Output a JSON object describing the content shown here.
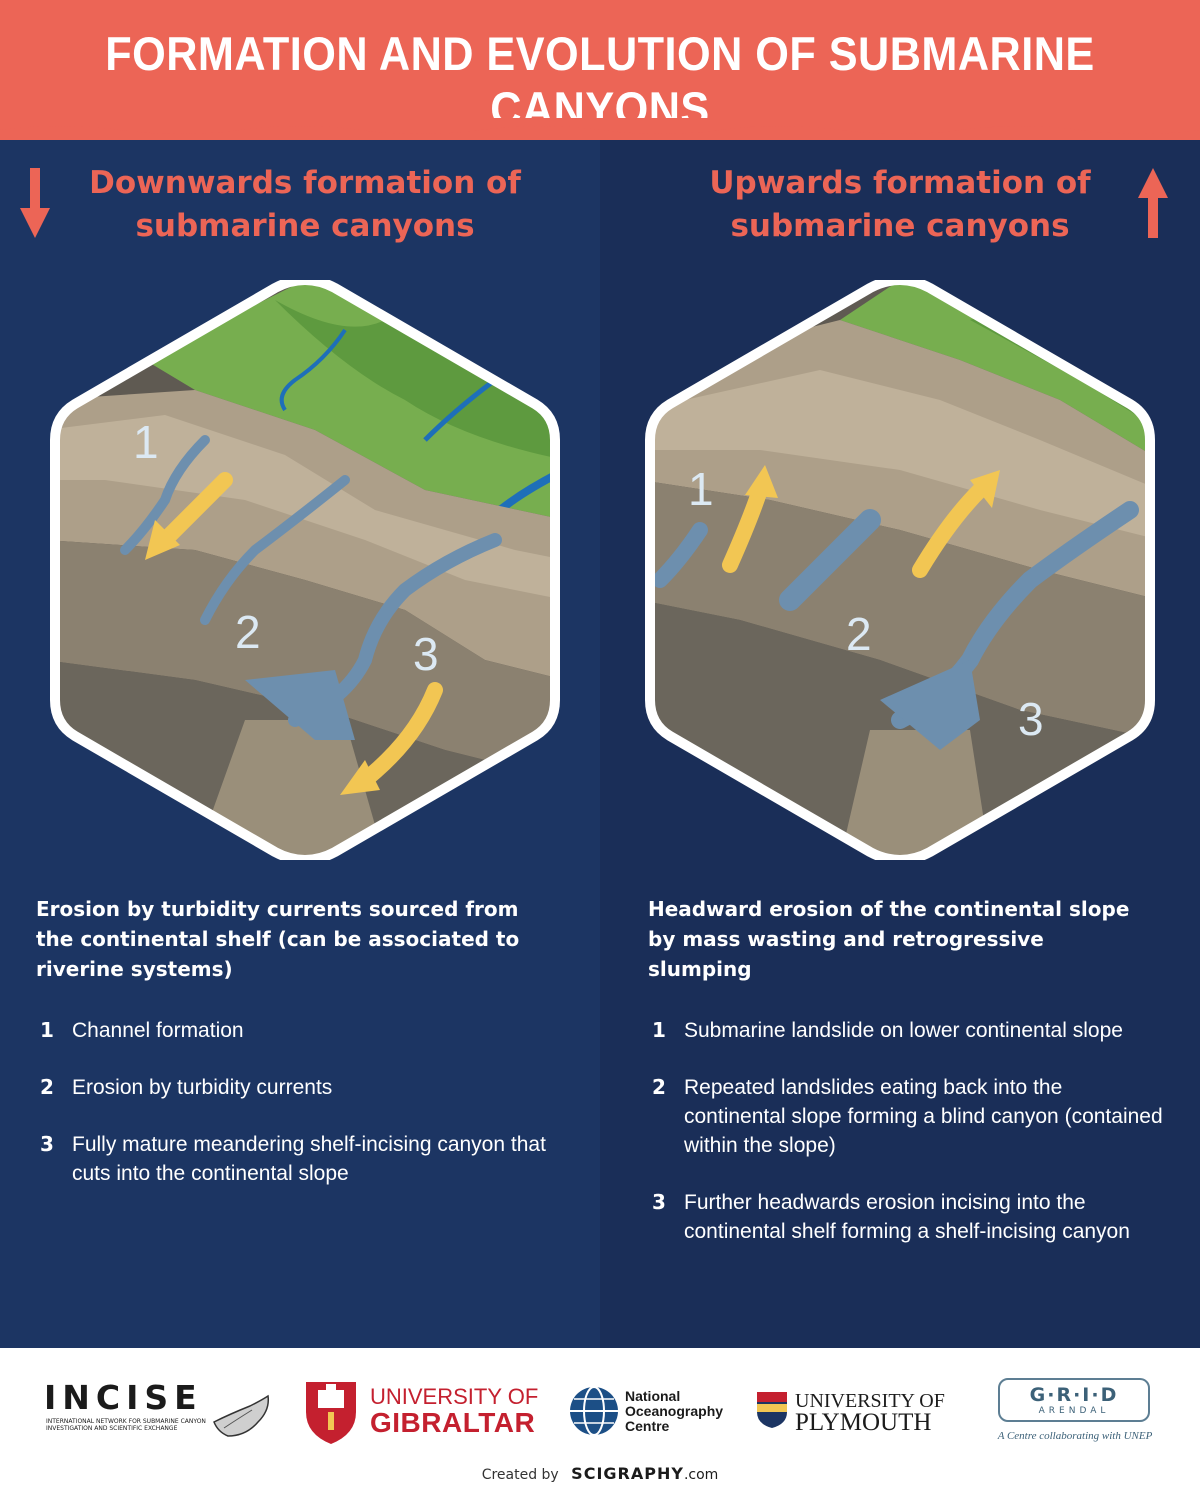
{
  "title": "FORMATION AND EVOLUTION OF SUBMARINE CANYONS",
  "colors": {
    "accent": "#ec6556",
    "panel_left": "#1c3563",
    "panel_right": "#1a2e58",
    "arrow_yellow": "#f2c653",
    "canyon_blue": "#6d8fae"
  },
  "left": {
    "heading": "Downwards formation of submarine canyons",
    "direction_icon": "arrow-down-icon",
    "diagram_labels": [
      "1",
      "2",
      "3"
    ],
    "subhead": "Erosion by turbidity currents sourced from the continental shelf (can be associated to riverine systems)",
    "steps": [
      {
        "num": "1",
        "text": "Channel formation"
      },
      {
        "num": "2",
        "text": "Erosion by turbidity currents"
      },
      {
        "num": "3",
        "text": "Fully mature meandering shelf-incising canyon that cuts into the continental slope"
      }
    ]
  },
  "right": {
    "heading": "Upwards formation of submarine canyons",
    "direction_icon": "arrow-up-icon",
    "diagram_labels": [
      "1",
      "2",
      "3"
    ],
    "subhead": "Headward erosion of the continental slope by mass wasting and retrogressive slumping",
    "steps": [
      {
        "num": "1",
        "text": "Submarine landslide on lower continental slope"
      },
      {
        "num": "2",
        "text": "Repeated landslides eating back into the continental slope forming a blind canyon (contained within the slope)"
      },
      {
        "num": "3",
        "text": "Further headwards erosion incising into the continental shelf forming a shelf-incising canyon"
      }
    ]
  },
  "footer": {
    "incise": {
      "name": "INCISE",
      "subtitle": "International network for submarine canyon investigation and scientific exchange"
    },
    "gibraltar": {
      "line1": "UNIVERSITY OF",
      "line2": "GIBRALTAR"
    },
    "noc": {
      "line1": "National",
      "line2": "Oceanography",
      "line3": "Centre"
    },
    "plymouth": {
      "line1": "UNIVERSITY OF",
      "line2": "PLYMOUTH"
    },
    "grid": {
      "name": "G·R·I·D",
      "sub": "ARENDAL",
      "tagline": "A Centre collaborating with UNEP"
    },
    "credit_prefix": "Created by",
    "credit_brand": "SCIGRAPHY",
    "credit_suffix": ".com"
  }
}
